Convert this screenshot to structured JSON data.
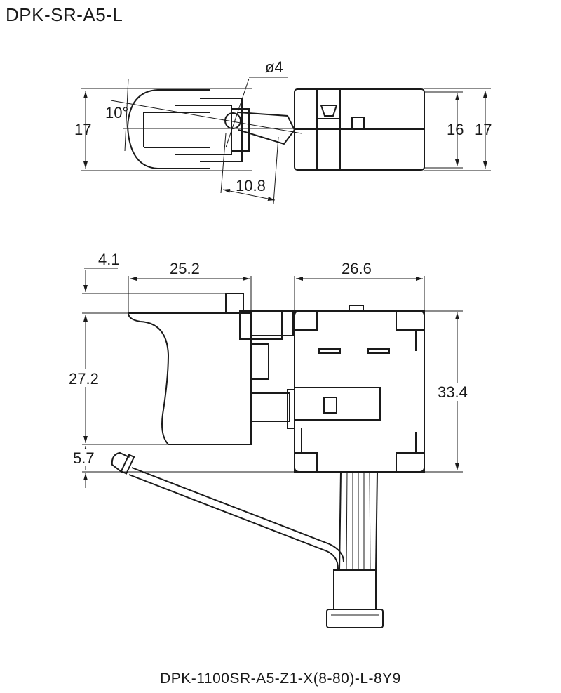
{
  "title": "DPK-SR-A5-L",
  "part_number": "DPK-1100SR-A5-Z1-X(8-80)-L-8Y9",
  "top_view": {
    "dim_height_left": "17",
    "dim_angle": "10°",
    "dim_diameter": "ø4",
    "dim_pivot": "10.8",
    "dim_body_inner": "16",
    "dim_body_outer": "17"
  },
  "side_view": {
    "dim_offset": "4.1",
    "dim_trigger_width": "25.2",
    "dim_body_width": "26.6",
    "dim_trigger_height": "27.2",
    "dim_body_height": "33.4",
    "dim_bottom": "5.7"
  }
}
